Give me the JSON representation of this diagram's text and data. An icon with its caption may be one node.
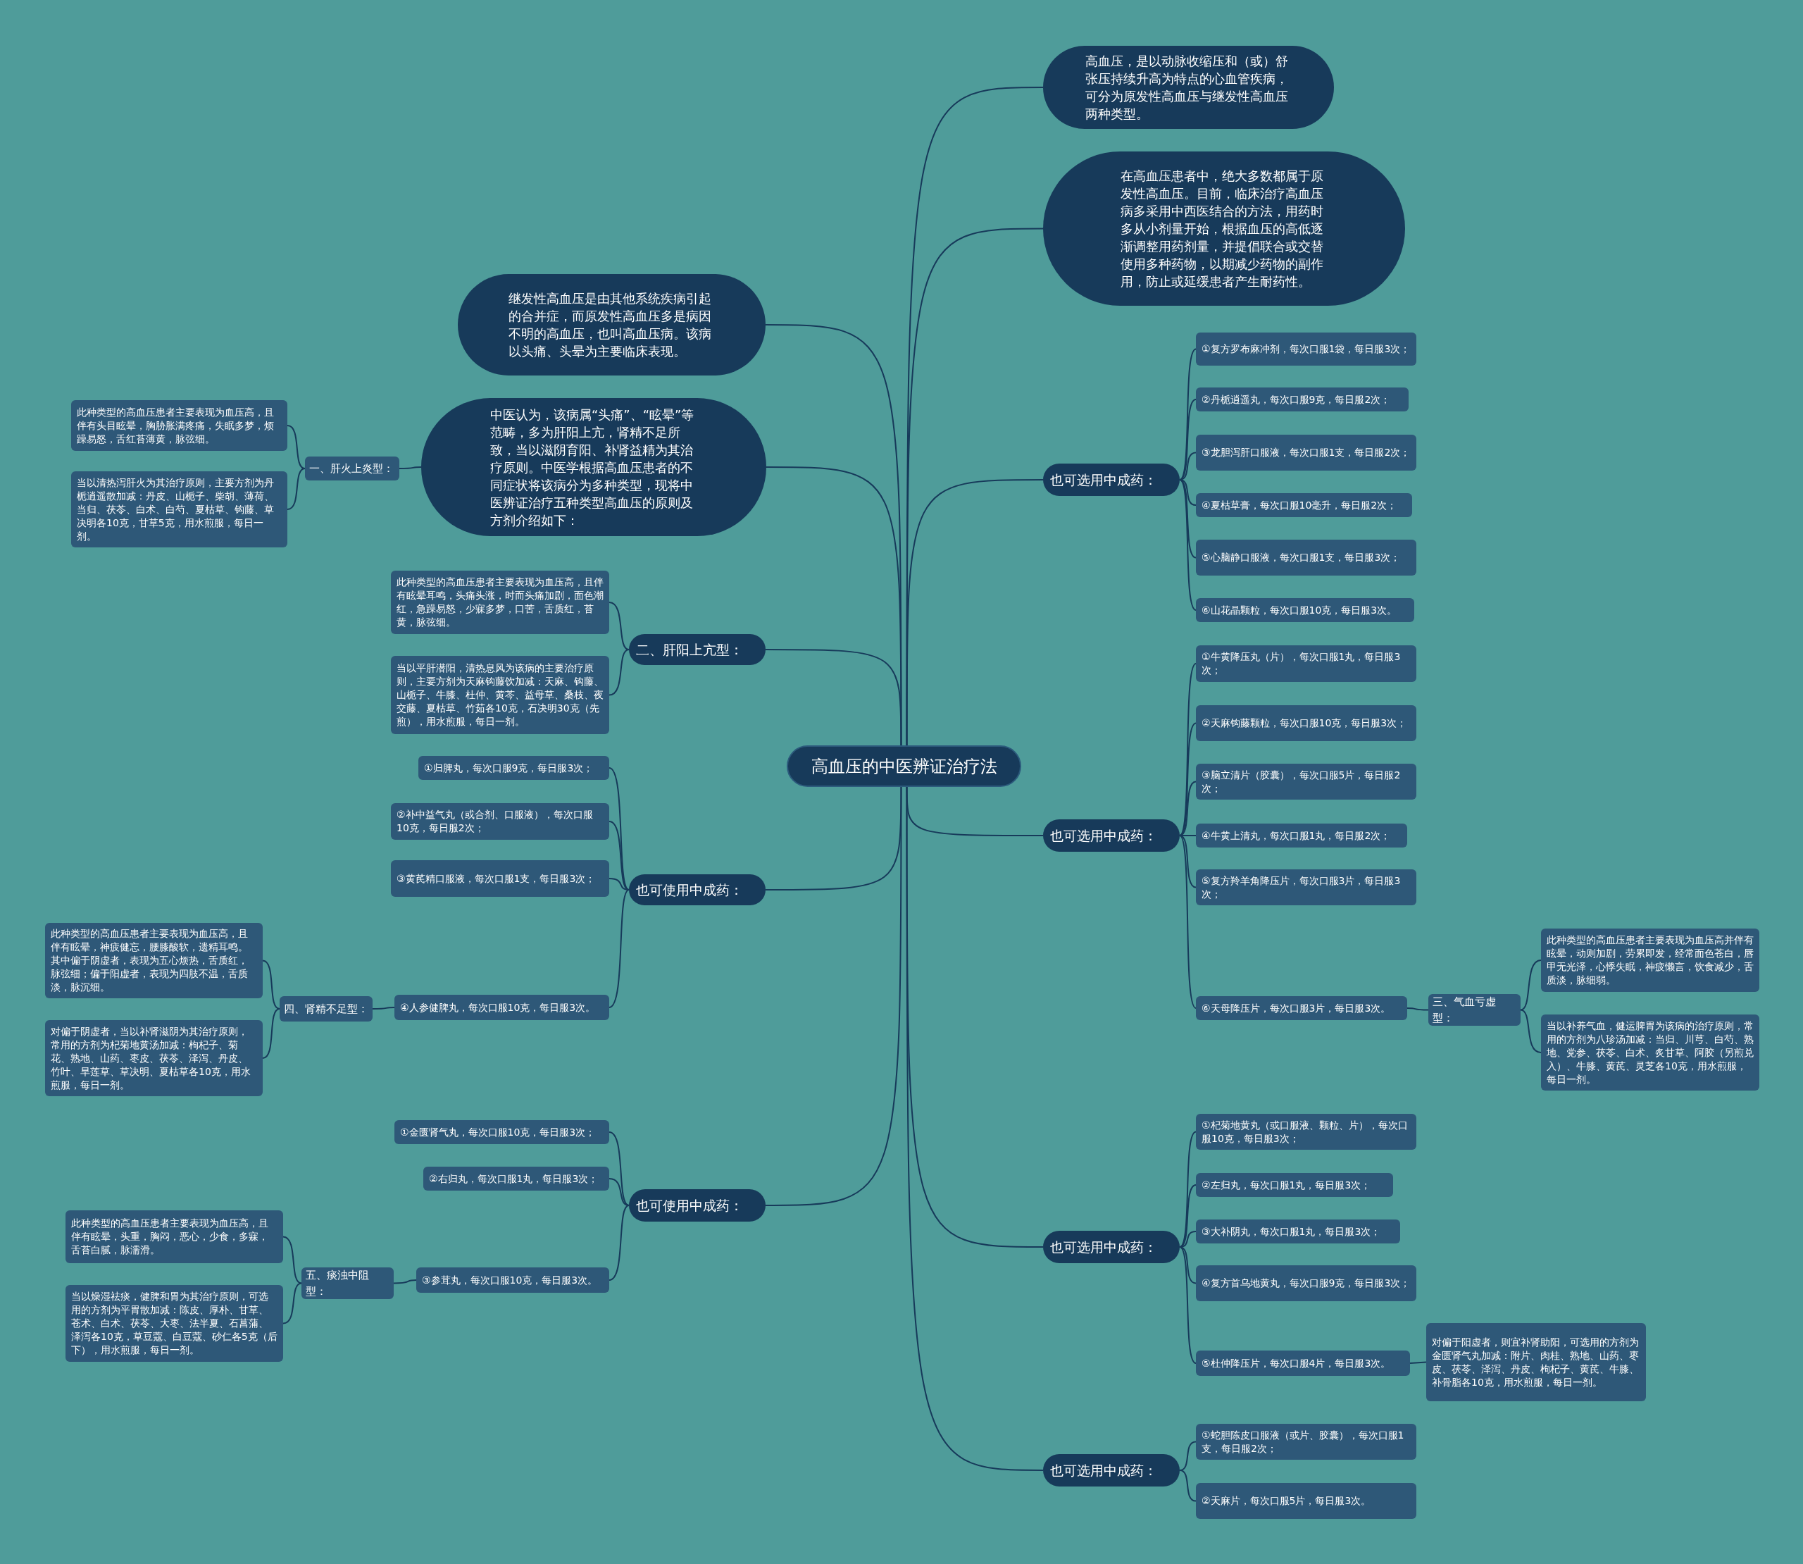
{
  "diagram": {
    "nodes": [
      {
        "text": [
          "高血压的中医辨证治疗法"
        ]
      },
      {
        "text": [
          "高血压，是以动脉收缩压和（或）舒张压持续升高为特点的心血管疾病，可分为原发性高血压与继发性高血压两种类型。"
        ]
      },
      {
        "text": [
          "在高血压患者中，绝大多数都属于原发性高血压。目前，临床治疗高血压病多采用中西医结合的方法，用药时多从小剂量开始，根据血压的高低逐渐调整用药剂量，并提倡联合或交替使用多种药物，以期减少药物的副作用，防止或延缓患者产生耐药性。"
        ]
      },
      {
        "text": [
          "也可选用中成药："
        ]
      },
      {
        "text": [
          "①复方罗布麻冲剂，每次口服1袋，每日服3次；"
        ]
      },
      {
        "text": [
          "②丹栀逍遥丸，每次口服9克，每日服2次；"
        ]
      },
      {
        "text": [
          "③龙胆泻肝口服液，每次口服1支，每日服2次；"
        ]
      },
      {
        "text": [
          "④夏枯草膏，每次口服10毫升，每日服2次；"
        ]
      },
      {
        "text": [
          "⑤心脑静口服液，每次口服1支，每日服3次；"
        ]
      },
      {
        "text": [
          "⑥山花晶颗粒，每次口服10克，每日服3次。"
        ]
      },
      {
        "text": [
          "也可选用中成药："
        ]
      },
      {
        "text": [
          "①牛黄降压丸（片），每次口服1丸，每日服3次；"
        ]
      },
      {
        "text": [
          "②天麻钩藤颗粒，每次口服10克，每日服3次；"
        ]
      },
      {
        "text": [
          "③脑立清片（胶囊），每次口服5片，每日服2次；"
        ]
      },
      {
        "text": [
          "④牛黄上清丸，每次口服1丸，每日服2次；"
        ]
      },
      {
        "text": [
          "⑤复方羚羊角降压片，每次口服3片，每日服3次；"
        ]
      },
      {
        "text": [
          "⑥天母降压片，每次口服3片，每日服3次。"
        ]
      },
      {
        "text": [
          "三、气血亏虚型："
        ]
      },
      {
        "text": [
          "此种类型的高血压患者主要表现为血压高并伴有眩晕，动则加剧，劳累即发，经常面色苍白，唇甲无光泽，心悸失眠，神疲懒言，饮食减少，舌质淡，脉细弱。"
        ]
      },
      {
        "text": [
          "当以补养气血，健运脾胃为该病的治疗原则，常用的方剂为八珍汤加减：当归、川芎、白芍、熟地、党参、茯苓、白术、炙甘草、阿胶（另煎兑入）、牛膝、黄芪、灵芝各10克，用水煎服，每日一剂。"
        ]
      },
      {
        "text": [
          "也可选用中成药："
        ]
      },
      {
        "text": [
          "①杞菊地黄丸（或口服液、颗粒、片），每次口服10克，每日服3次；"
        ]
      },
      {
        "text": [
          "②左归丸，每次口服1丸，每日服3次；"
        ]
      },
      {
        "text": [
          "③大补阴丸，每次口服1丸，每日服3次；"
        ]
      },
      {
        "text": [
          "④复方首乌地黄丸，每次口服9克，每日服3次；"
        ]
      },
      {
        "text": [
          "⑤杜仲降压片，每次口服4片，每日服3次。"
        ]
      },
      {
        "text": [
          "对偏于阳虚者，则宜补肾助阳，可选用的方剂为金匮肾气丸加减：附片、肉桂、熟地、山药、枣皮、茯苓、泽泻、丹皮、枸杞子、黄芪、牛膝、补骨脂各10克，用水煎服，每日一剂。"
        ]
      },
      {
        "text": [
          "也可选用中成药："
        ]
      },
      {
        "text": [
          "①蛇胆陈皮口服液（或片、胶囊），每次口服1支，每日服2次；"
        ]
      },
      {
        "text": [
          "②天麻片，每次口服5片，每日服3次。"
        ]
      },
      {
        "text": [
          "继发性高血压是由其他系统疾病引起的合并症，而原发性高血压多是病因不明的高血压，也叫高血压病。该病以头痛、头晕为主要临床表现。"
        ]
      },
      {
        "text": [
          "中医认为，该病属“头痛”、“眩晕”等范畴，多为肝阳上亢，肾精不足所致，当以滋阴育阳、补肾益精为其治疗原则。中医学根据高血压患者的不同症状将该病分为多种类型，现将中医辨证治疗五种类型高血压的原则及方剂介绍如下："
        ]
      },
      {
        "text": [
          "一、肝火上炎型："
        ]
      },
      {
        "text": [
          "此种类型的高血压患者主要表现为血压高，且伴有头目眩晕，胸胁胀满疼痛，失眠多梦，烦躁易怒，舌红苔薄黄，脉弦细。"
        ]
      },
      {
        "text": [
          "当以清热泻肝火为其治疗原则，主要方剂为丹栀逍遥散加减：丹皮、山栀子、柴胡、薄荷、当归、茯苓、白术、白芍、夏枯草、钩藤、草决明各10克，甘草5克，用水煎服，每日一剂。"
        ]
      },
      {
        "text": [
          "二、肝阳上亢型："
        ]
      },
      {
        "text": [
          "此种类型的高血压患者主要表现为血压高，且伴有眩晕耳鸣，头痛头涨，时而头痛加剧，面色潮红，急躁易怒，少寐多梦，口苦，舌质红，苔黄，脉弦细。"
        ]
      },
      {
        "text": [
          "当以平肝潜阳，清热息风为该病的主要治疗原则，主要方剂为天麻钩藤饮加减：天麻、钩藤、山栀子、牛膝、杜仲、黄芩、益母草、桑枝、夜交藤、夏枯草、竹茹各10克，石决明30克（先煎），用水煎服，每日一剂。"
        ]
      },
      {
        "text": [
          "也可使用中成药："
        ]
      },
      {
        "text": [
          "①归脾丸，每次口服9克，每日服3次；"
        ]
      },
      {
        "text": [
          "②补中益气丸（或合剂、口服液），每次口服10克，每日服2次；"
        ]
      },
      {
        "text": [
          "③黄芪精口服液，每次口服1支，每日服3次；"
        ]
      },
      {
        "text": [
          "④人参健脾丸，每次口服10克，每日服3次。"
        ]
      },
      {
        "text": [
          "四、肾精不足型："
        ]
      },
      {
        "text": [
          "此种类型的高血压患者主要表现为血压高，且伴有眩晕，神疲健忘，腰膝酸软，遗精耳鸣。其中偏于阴虚者，表现为五心烦热，舌质红，脉弦细；偏于阳虚者，表现为四肢不温，舌质淡，脉沉细。"
        ]
      },
      {
        "text": [
          "对偏于阴虚者，当以补肾滋阴为其治疗原则，常用的方剂为杞菊地黄汤加减：枸杞子、菊花、熟地、山药、枣皮、茯苓、泽泻、丹皮、竹叶、旱莲草、草决明、夏枯草各10克，用水煎服，每日一剂。"
        ]
      },
      {
        "text": [
          "也可使用中成药："
        ]
      },
      {
        "text": [
          "①金匮肾气丸，每次口服10克，每日服3次；"
        ]
      },
      {
        "text": [
          "②右归丸，每次口服1丸，每日服3次；"
        ]
      },
      {
        "text": [
          "③参茸丸，每次口服10克，每日服3次。"
        ]
      },
      {
        "text": [
          "五、痰浊中阻型："
        ]
      },
      {
        "text": [
          "此种类型的高血压患者主要表现为血压高，且伴有眩晕，头重，胸闷，恶心，少食，多寐，舌苔白腻，脉濡滑。"
        ]
      },
      {
        "text": [
          "当以燥湿祛痰，健脾和胃为其治疗原则，可选用的方剂为平胃散加减：陈皮、厚朴、甘草、苍术、白术、茯苓、大枣、法半夏、石菖蒲、泽泻各10克，草豆蔻、白豆蔻、砂仁各5克（后下），用水煎服，每日一剂。"
        ]
      }
    ],
    "edges": [
      {
        "from": 0,
        "to": 1,
        "arrow": "none"
      },
      {
        "from": 0,
        "to": 2,
        "arrow": "none"
      },
      {
        "from": 0,
        "to": 3,
        "arrow": "none"
      },
      {
        "from": 0,
        "to": 10,
        "arrow": "none"
      },
      {
        "from": 0,
        "to": 20,
        "arrow": "none"
      },
      {
        "from": 0,
        "to": 27,
        "arrow": "none"
      },
      {
        "from": 0,
        "to": 30,
        "arrow": "none"
      },
      {
        "from": 0,
        "to": 31,
        "arrow": "none"
      },
      {
        "from": 0,
        "to": 35,
        "arrow": "none"
      },
      {
        "from": 0,
        "to": 38,
        "arrow": "none"
      },
      {
        "from": 0,
        "to": 46,
        "arrow": "none"
      },
      {
        "from": 3,
        "to": 4,
        "arrow": "none"
      },
      {
        "from": 3,
        "to": 5,
        "arrow": "none"
      },
      {
        "from": 3,
        "to": 6,
        "arrow": "none"
      },
      {
        "from": 3,
        "to": 7,
        "arrow": "none"
      },
      {
        "from": 3,
        "to": 8,
        "arrow": "none"
      },
      {
        "from": 3,
        "to": 9,
        "arrow": "none"
      },
      {
        "from": 10,
        "to": 11,
        "arrow": "none"
      },
      {
        "from": 10,
        "to": 12,
        "arrow": "none"
      },
      {
        "from": 10,
        "to": 13,
        "arrow": "none"
      },
      {
        "from": 10,
        "to": 14,
        "arrow": "none"
      },
      {
        "from": 10,
        "to": 15,
        "arrow": "none"
      },
      {
        "from": 10,
        "to": 16,
        "arrow": "none"
      },
      {
        "from": 16,
        "to": 17,
        "arrow": "none"
      },
      {
        "from": 17,
        "to": 18,
        "arrow": "none"
      },
      {
        "from": 17,
        "to": 19,
        "arrow": "none"
      },
      {
        "from": 20,
        "to": 21,
        "arrow": "none"
      },
      {
        "from": 20,
        "to": 22,
        "arrow": "none"
      },
      {
        "from": 20,
        "to": 23,
        "arrow": "none"
      },
      {
        "from": 20,
        "to": 24,
        "arrow": "none"
      },
      {
        "from": 20,
        "to": 25,
        "arrow": "none"
      },
      {
        "from": 25,
        "to": 26,
        "arrow": "none"
      },
      {
        "from": 27,
        "to": 28,
        "arrow": "none"
      },
      {
        "from": 27,
        "to": 29,
        "arrow": "none"
      },
      {
        "from": 31,
        "to": 32,
        "arrow": "none"
      },
      {
        "from": 32,
        "to": 33,
        "arrow": "none"
      },
      {
        "from": 32,
        "to": 34,
        "arrow": "none"
      },
      {
        "from": 35,
        "to": 36,
        "arrow": "none"
      },
      {
        "from": 35,
        "to": 37,
        "arrow": "none"
      },
      {
        "from": 38,
        "to": 39,
        "arrow": "none"
      },
      {
        "from": 38,
        "to": 40,
        "arrow": "none"
      },
      {
        "from": 38,
        "to": 41,
        "arrow": "none"
      },
      {
        "from": 38,
        "to": 42,
        "arrow": "none"
      },
      {
        "from": 42,
        "to": 43,
        "arrow": "none"
      },
      {
        "from": 43,
        "to": 44,
        "arrow": "none"
      },
      {
        "from": 43,
        "to": 45,
        "arrow": "none"
      },
      {
        "from": 46,
        "to": 47,
        "arrow": "none"
      },
      {
        "from": 46,
        "to": 48,
        "arrow": "none"
      },
      {
        "from": 46,
        "to": 49,
        "arrow": "none"
      },
      {
        "from": 49,
        "to": 50,
        "arrow": "none"
      },
      {
        "from": 50,
        "to": 51,
        "arrow": "none"
      },
      {
        "from": 50,
        "to": 52,
        "arrow": "none"
      }
    ]
  }
}
